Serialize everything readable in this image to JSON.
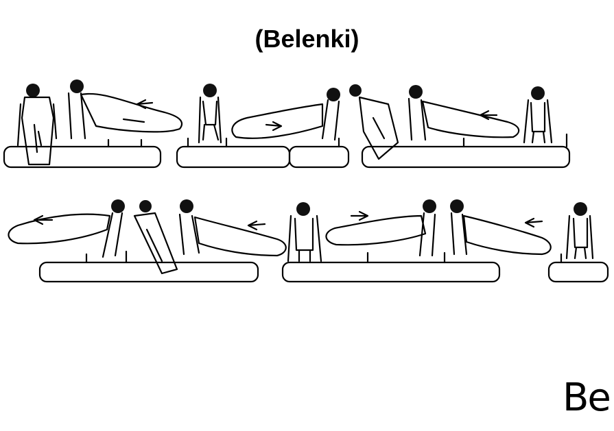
{
  "title": "(Belenki)",
  "corner_label": "Be",
  "colors": {
    "ink": "#000000",
    "background": "#ffffff"
  },
  "illustration": {
    "kind": "line-drawing",
    "subject": "pommel-horse-gymnast-sequence",
    "rows": 2
  }
}
